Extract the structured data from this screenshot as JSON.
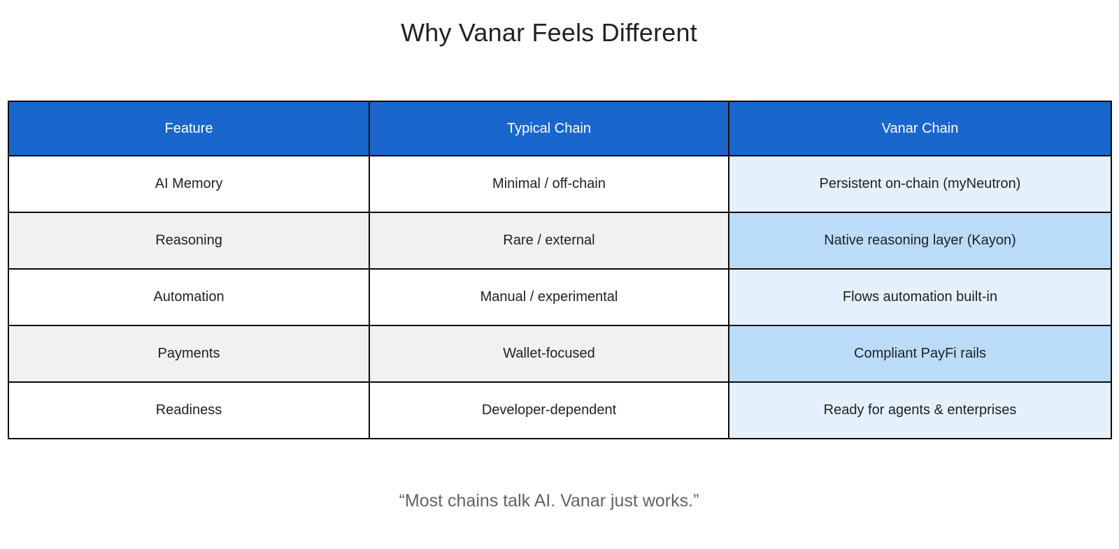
{
  "title": "Why Vanar Feels Different",
  "table": {
    "headers": [
      "Feature",
      "Typical Chain",
      "Vanar Chain"
    ],
    "rows": [
      {
        "feature": "AI Memory",
        "typical": "Minimal / off-chain",
        "vanar": "Persistent on-chain (myNeutron)"
      },
      {
        "feature": "Reasoning",
        "typical": "Rare / external",
        "vanar": "Native reasoning layer (Kayon)"
      },
      {
        "feature": "Automation",
        "typical": "Manual / experimental",
        "vanar": "Flows automation built-in"
      },
      {
        "feature": "Payments",
        "typical": "Wallet-focused",
        "vanar": "Compliant PayFi rails"
      },
      {
        "feature": "Readiness",
        "typical": "Developer-dependent",
        "vanar": "Ready for agents & enterprises"
      }
    ]
  },
  "quote": "“Most chains talk AI. Vanar just works.”",
  "colors": {
    "header_bg": "#1966cd",
    "header_text": "#ffffff",
    "row_white_bg": "#ffffff",
    "row_gray_bg": "#f1f1f1",
    "vanar_light_bg": "#e4f0fc",
    "vanar_medium_bg": "#bbdcf8",
    "vanar_text": "#1659b8",
    "body_text": "#202124",
    "quote_text": "#5f6368",
    "border": "#0a0a0a"
  },
  "chart_data": {
    "type": "table",
    "title": "Why Vanar Feels Different",
    "columns": [
      "Feature",
      "Typical Chain",
      "Vanar Chain"
    ],
    "rows": [
      [
        "AI Memory",
        "Minimal / off-chain",
        "Persistent on-chain (myNeutron)"
      ],
      [
        "Reasoning",
        "Rare / external",
        "Native reasoning layer (Kayon)"
      ],
      [
        "Automation",
        "Manual / experimental",
        "Flows automation built-in"
      ],
      [
        "Payments",
        "Wallet-focused",
        "Compliant PayFi rails"
      ],
      [
        "Readiness",
        "Developer-dependent",
        "Ready for agents & enterprises"
      ]
    ],
    "caption": "“Most chains talk AI. Vanar just works.”",
    "layout_hints": {
      "header_fill": "#1966cd",
      "vanar_column_highlighted": true,
      "row_striping": [
        "white",
        "gray",
        "white",
        "gray",
        "white"
      ],
      "vanar_striping": [
        "light-blue",
        "medium-blue",
        "light-blue",
        "medium-blue",
        "light-blue"
      ]
    }
  }
}
